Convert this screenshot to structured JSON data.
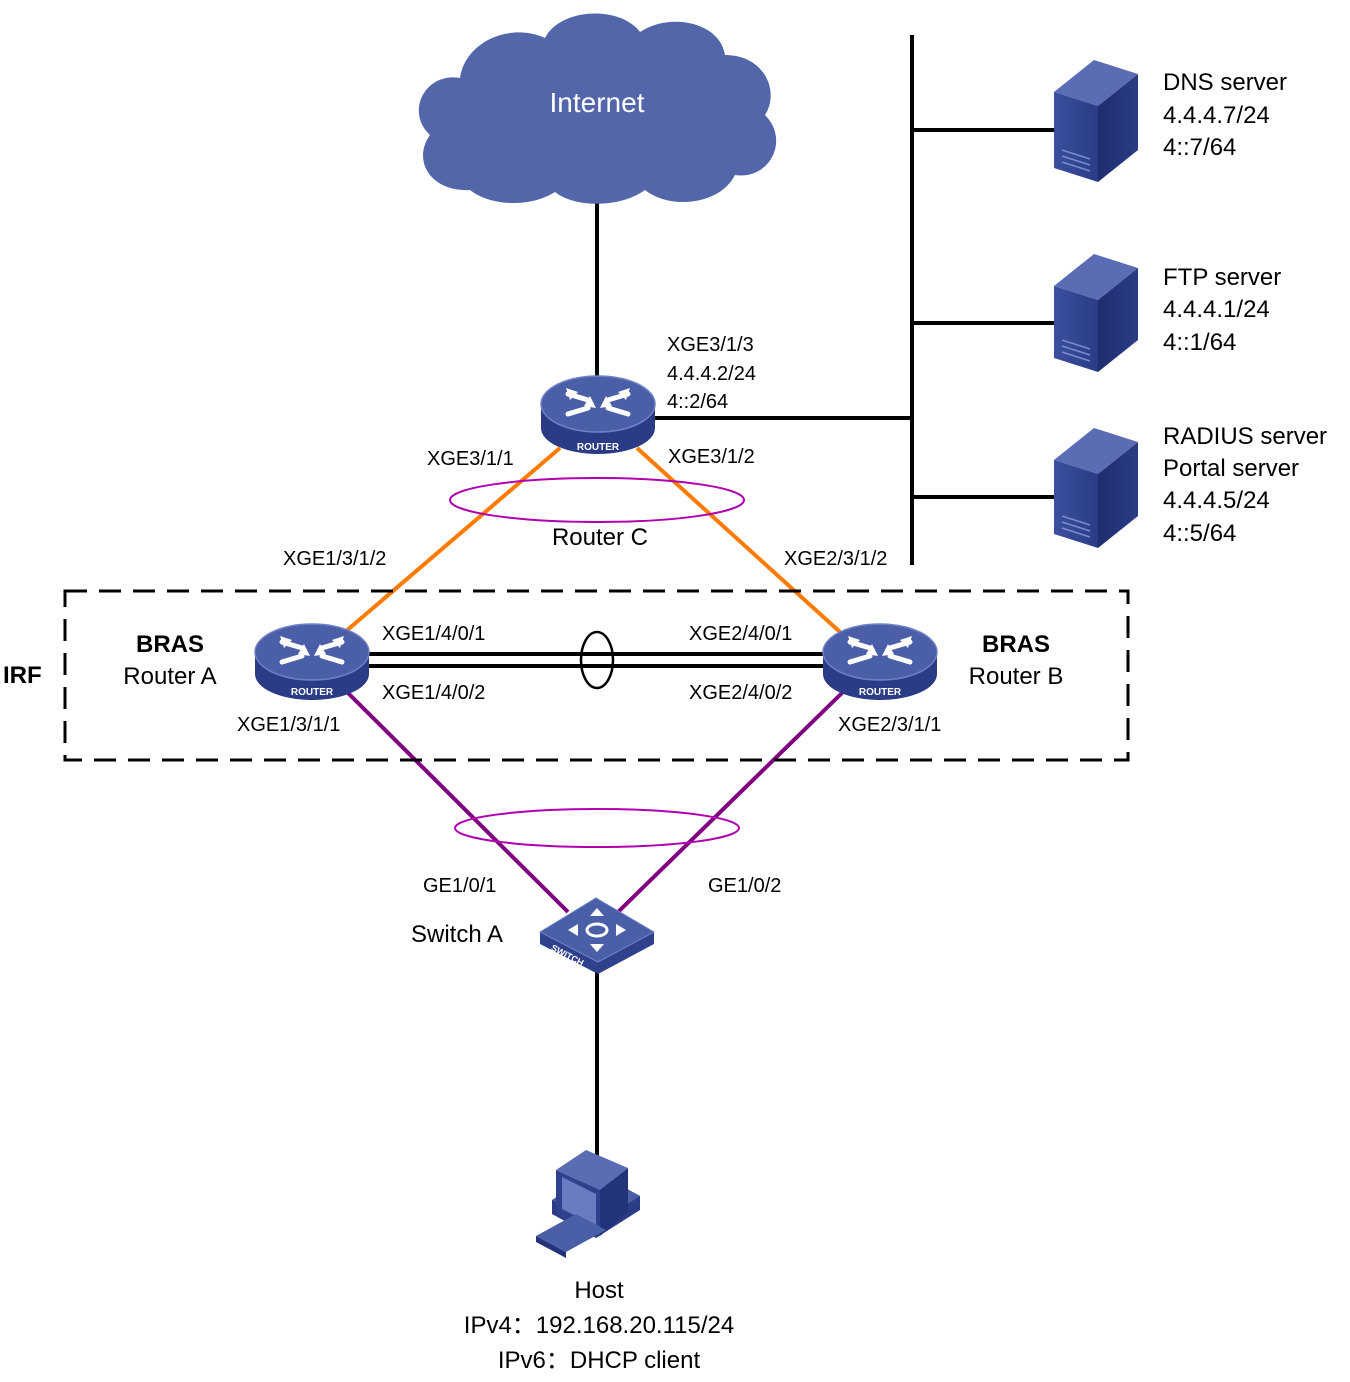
{
  "cloud": {
    "label": "Internet"
  },
  "router_c": {
    "name": "Router C",
    "device_text": "ROUTER",
    "port_xge313": "XGE3/1/3",
    "ipv4": "4.4.4.2/24",
    "ipv6": "4::2/64",
    "port_xge311": "XGE3/1/1",
    "port_xge312": "XGE3/1/2"
  },
  "servers": [
    {
      "name": "DNS server",
      "ipv4": "4.4.4.7/24",
      "ipv6": "4::7/64"
    },
    {
      "name": "FTP server",
      "ipv4": "4.4.4.1/24",
      "ipv6": "4::1/64"
    },
    {
      "name": "RADIUS server",
      "name2": "Portal server",
      "ipv4": "4.4.4.5/24",
      "ipv6": "4::5/64"
    }
  ],
  "irf": {
    "label": "IRF"
  },
  "router_a": {
    "role": "BRAS",
    "name": "Router A",
    "device_text": "ROUTER",
    "port_up": "XGE1/3/1/2",
    "port_down": "XGE1/3/1/1",
    "port_irf1": "XGE1/4/0/1",
    "port_irf2": "XGE1/4/0/2"
  },
  "router_b": {
    "role": "BRAS",
    "name": "Router B",
    "device_text": "ROUTER",
    "port_up": "XGE2/3/1/2",
    "port_down": "XGE2/3/1/1",
    "port_irf1": "XGE2/4/0/1",
    "port_irf2": "XGE2/4/0/2"
  },
  "switch_a": {
    "name": "Switch A",
    "device_text": "SWITCH",
    "port_left": "GE1/0/1",
    "port_right": "GE1/0/2"
  },
  "host": {
    "name": "Host",
    "ipv4": "IPv4：192.168.20.115/24",
    "ipv6": "IPv6：DHCP client"
  },
  "colors": {
    "device_blue": "#4a5fa8",
    "cloud_blue": "#5366aa",
    "orange_link": "#ff7a00",
    "purple_link": "#800080",
    "black_link": "#000000"
  }
}
